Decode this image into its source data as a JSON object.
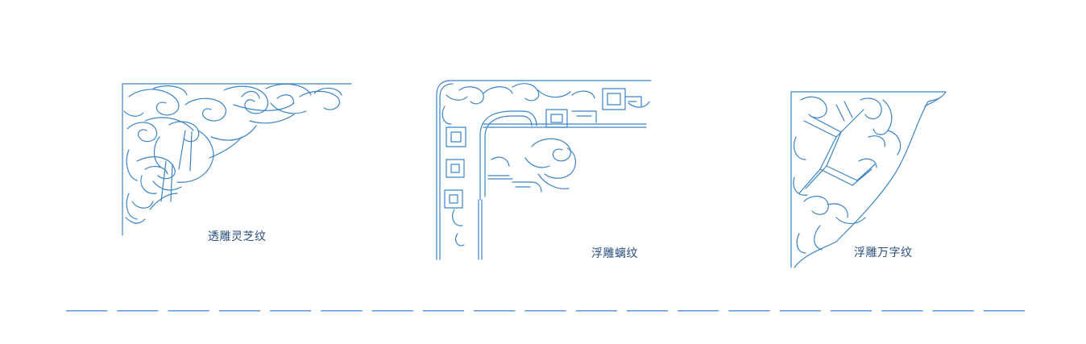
{
  "colors": {
    "line": "#3c84c8",
    "caption": "#2b4f80",
    "divider": "#5b9bd5",
    "background": "#ffffff"
  },
  "panels": [
    {
      "caption": "透雕灵芝纹",
      "pattern": "lingzhi-fungus-openwork"
    },
    {
      "caption": "浮雕螭纹",
      "pattern": "chi-dragon-relief"
    },
    {
      "caption": "浮雕万字纹",
      "pattern": "swastika-relief"
    }
  ],
  "divider": {
    "style": "dashed",
    "dash_count": 19
  }
}
